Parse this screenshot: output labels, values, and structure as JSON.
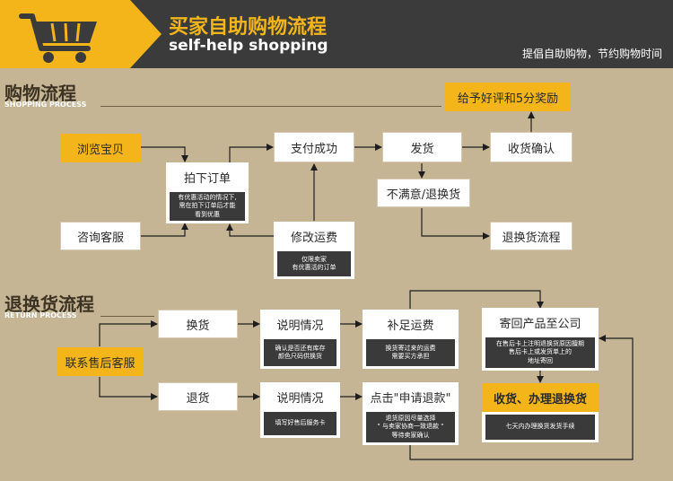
{
  "header": {
    "title": "买家自助购物流程",
    "subtitle": "self-help shopping",
    "slogan": "提倡自助购物，节约购物时间",
    "icon": "shopping-cart-icon"
  },
  "shopping": {
    "title": "购物流程",
    "subtitle": "SHOPPING PROCESS",
    "browse": "浏览宝贝",
    "consult": "咨询客服",
    "order": "拍下订单",
    "order_note": [
      "有优惠活动的情况下,",
      "需在拍下订单后才能",
      "看到优惠"
    ],
    "paid": "支付成功",
    "modify": "修改运费",
    "modify_note": [
      "仅限卖家",
      "有优惠活的订单"
    ],
    "ship": "发货",
    "confirm": "收货确认",
    "review": "给予好评和5分奖励",
    "dissatisfied": "不满意/退换货",
    "return_flow": "退换货流程"
  },
  "returns": {
    "title": "退换货流程",
    "subtitle": "RETURN PROCESS",
    "contact": "联系售后客服",
    "exchange": "换货",
    "refund": "退货",
    "explain_exchange": "说明情况",
    "explain_exchange_note": [
      "确认是否还有库存",
      "颜色尺码供换货"
    ],
    "explain_refund": "说明情况",
    "explain_refund_note": [
      "填写好售后服务卡"
    ],
    "pay_shipping": "补足运费",
    "pay_shipping_note": [
      "换货寄过来的运费",
      "需要买方承担"
    ],
    "apply_refund": "点击\"申请退款\"",
    "apply_refund_note": [
      "退货原因尽量选择",
      "\" 与卖家协商一致退款 \"",
      "等待卖家确认"
    ],
    "send_back": "寄回产品至公司",
    "send_back_note": [
      "在售后卡上注明退换货原因擅期",
      "售后卡上或发货单上的",
      "地址寄回"
    ],
    "receive": "收货、办理退换货",
    "receive_note": [
      "七天内办理换货发货手续"
    ]
  },
  "colors": {
    "background": "#c6b594",
    "banner": "#3b3b3b",
    "accent": "#f3b51a",
    "note": "#3a3a3a",
    "box": "#ffffff"
  }
}
